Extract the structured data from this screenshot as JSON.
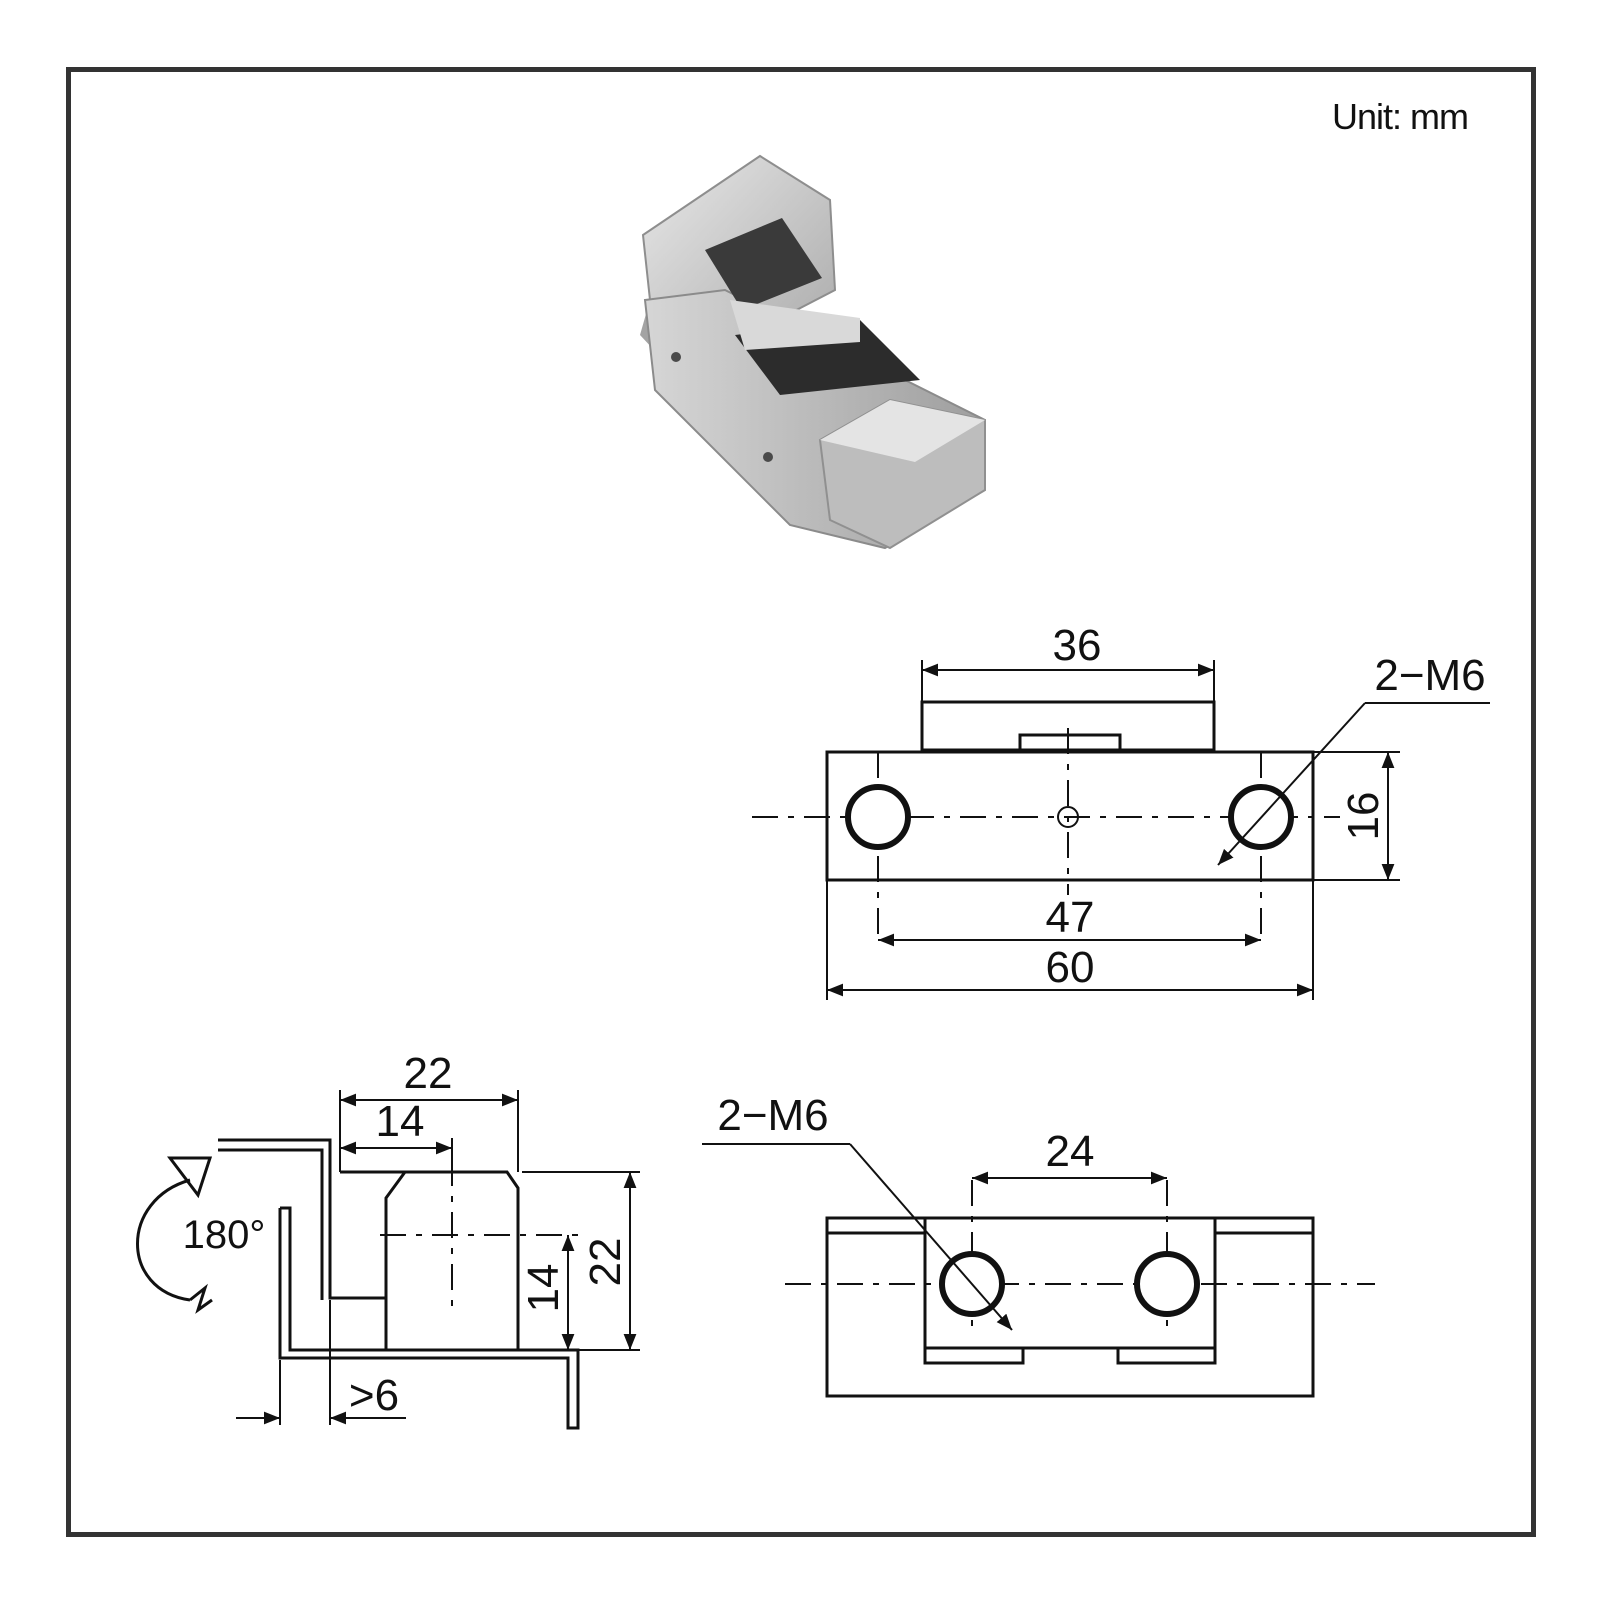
{
  "unit_label": "Unit: mm",
  "top_view": {
    "width_top": "36",
    "hole_spacing": "47",
    "overall_width": "60",
    "height": "16",
    "thread_callout": "2−M6"
  },
  "side_view": {
    "width_overall": "22",
    "width_inner": "14",
    "height_inner": "14",
    "height_overall": "22",
    "gap_min": ">6",
    "rotation": "180°"
  },
  "bottom_view": {
    "hole_spacing": "24",
    "thread_callout": "2−M6"
  },
  "colors": {
    "line": "#111111",
    "frame": "#333333",
    "metal": "#c9c9c9"
  }
}
